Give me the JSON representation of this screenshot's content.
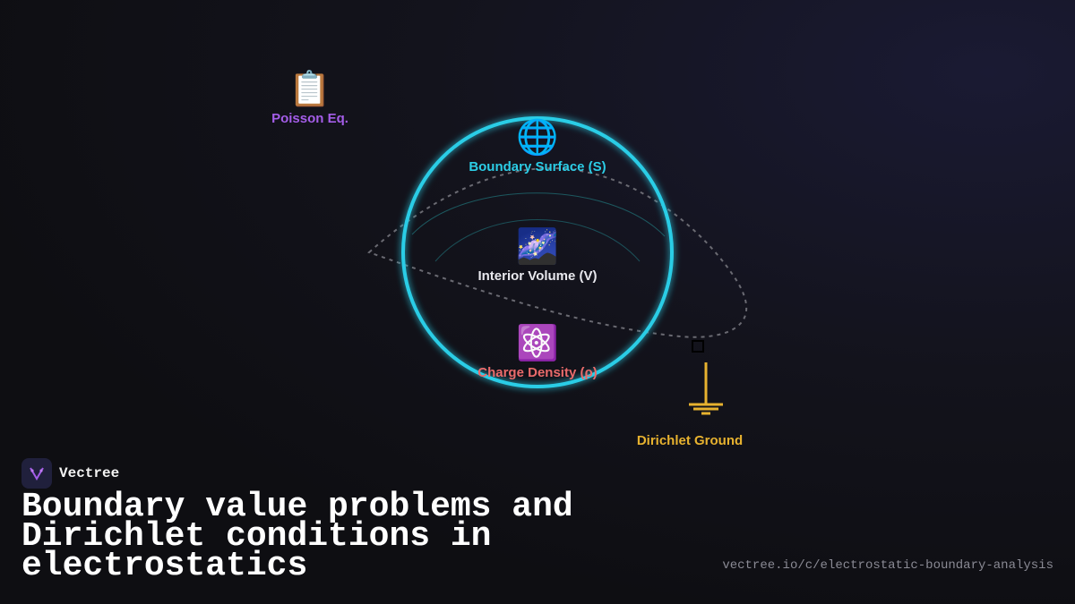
{
  "brand": {
    "name": "Vectree"
  },
  "title": "Boundary value problems and Dirichlet conditions in electrostatics",
  "url": "vectree.io/c/electrostatic-boundary-analysis",
  "nodes": {
    "poisson": {
      "icon": "clipboard-icon",
      "emoji": "📋",
      "label": "Poisson Eq."
    },
    "surface": {
      "icon": "globe-icon",
      "emoji": "🌐",
      "label": "Boundary Surface (S)"
    },
    "volume": {
      "icon": "galaxy-icon",
      "emoji": "🌌",
      "label": "Interior Volume (V)"
    },
    "charge": {
      "icon": "atom-icon",
      "emoji": "⚛️",
      "label": "Charge Density (ρ)"
    },
    "ground": {
      "icon": "ground-symbol-icon",
      "label": "Dirichlet Ground"
    }
  },
  "colors": {
    "boundary": "#2ccde6",
    "poisson": "#a45de8",
    "charge": "#ea6b6b",
    "ground": "#e7b22f"
  }
}
